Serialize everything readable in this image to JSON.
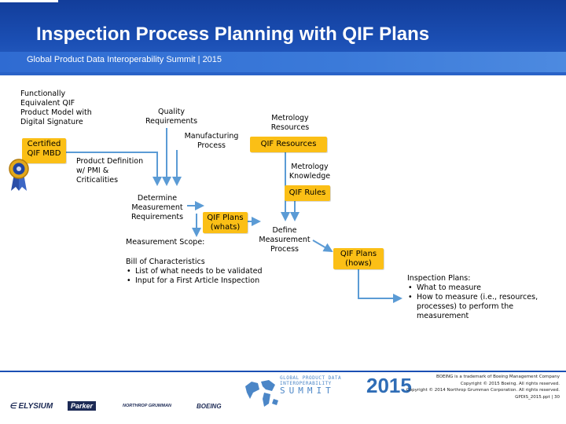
{
  "header": {
    "title": "Inspection Process Planning with QIF Plans",
    "subtitle": "Global Product Data Interoperability Summit | 2015"
  },
  "diagram": {
    "inputs": {
      "functionally_equivalent": [
        "Functionally",
        "Equivalent QIF",
        "Product Model with",
        "Digital Signature"
      ],
      "quality_requirements": [
        "Quality",
        "Requirements"
      ],
      "manufacturing_process": [
        "Manufacturing",
        "Process"
      ],
      "metrology_resources": [
        "Metrology",
        "Resources"
      ],
      "metrology_knowledge": [
        "Metrology",
        "Knowledge"
      ]
    },
    "boxes": {
      "certified_qif_mbd": [
        "Certified",
        "QIF MBD"
      ],
      "qif_resources": "QIF Resources",
      "qif_rules": "QIF Rules",
      "qif_plans_whats": [
        "QIF Plans",
        "(whats)"
      ],
      "qif_plans_hows": [
        "QIF Plans",
        "(hows)"
      ]
    },
    "process": {
      "product_definition": [
        "Product Definition",
        "w/ PMI &",
        "Criticalities"
      ],
      "determine_measurement": [
        "Determine",
        "Measurement",
        "Requirements"
      ],
      "define_measurement": [
        "Define",
        "Measurement",
        "Process"
      ]
    },
    "measurement_scope": {
      "title": "Measurement Scope:",
      "bill_title": "Bill of Characteristics",
      "items": [
        "List of what needs to be validated",
        "Input for a First Article Inspection"
      ]
    },
    "inspection_plans": {
      "title": "Inspection Plans:",
      "items": [
        "What to measure",
        "How to measure (i.e., resources, processes) to perform the measurement"
      ]
    },
    "colors": {
      "box_fill": "#fbbf16",
      "arrow": "#5b9bd5",
      "header": "#1b4fb4"
    }
  },
  "footer": {
    "logos": [
      "ELYSIUM",
      "Parker",
      "NORTHROP GRUMMAN",
      "BOEING"
    ],
    "summit_lines": [
      "GLOBAL PRODUCT DATA",
      "INTEROPERABILITY",
      "SUMMIT"
    ],
    "year": "2015",
    "copyright": [
      "BOEING is a trademark of Boeing Management Company",
      "Copyright © 2015 Boeing. All rights reserved.",
      "Copyright © 2014 Northrop Grumman Corporation. All rights reserved.",
      "GPDIS_2015.ppt | 30"
    ]
  }
}
